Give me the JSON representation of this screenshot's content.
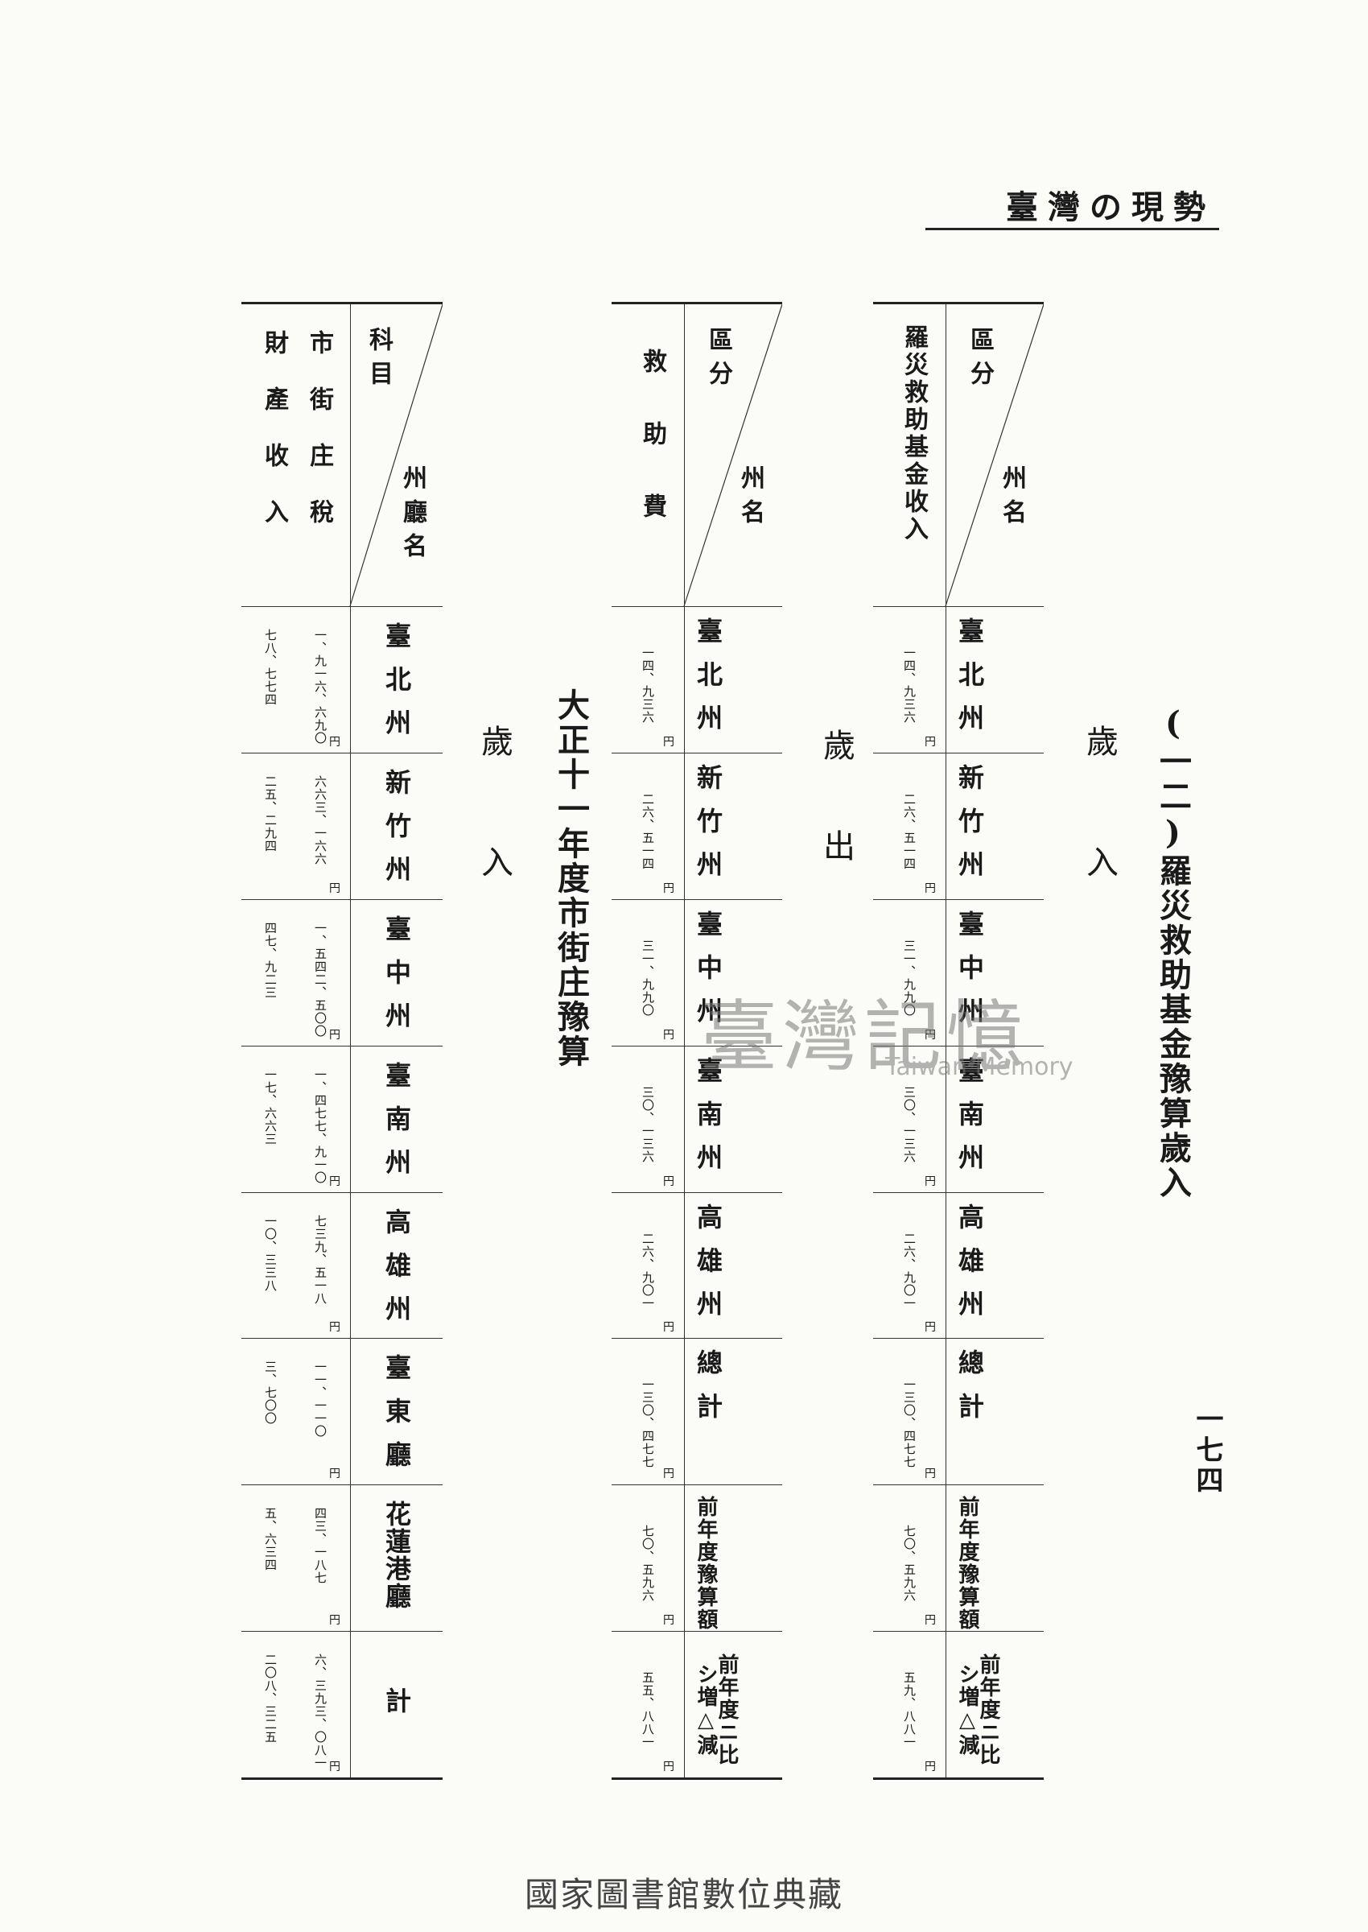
{
  "running_header": "臺灣の現勢",
  "page_number": "一七四",
  "title_1": "(一二)羅災救助基金豫算歲入",
  "section_1_label": "歲入",
  "section_2_label": "歲出",
  "title_2": "大正十一年度市街庄豫算",
  "section_3_label": "歲入",
  "table_1": {
    "stub_top": "州名",
    "stub_bottom": "區分",
    "row_label": "羅災救助基金收入",
    "yen": "円",
    "columns": [
      {
        "header": "臺北州",
        "value": "一四、九三六"
      },
      {
        "header": "新竹州",
        "value": "二六、五一四"
      },
      {
        "header": "臺中州",
        "value": "三一、九九〇"
      },
      {
        "header": "臺南州",
        "value": "三〇、一三六"
      },
      {
        "header": "高雄州",
        "value": "二六、九〇一"
      },
      {
        "header": "總計",
        "value": "一三〇、四七七"
      },
      {
        "header": "前年度豫算額",
        "value": "七〇、五九六"
      },
      {
        "header": "前年度ニ比シ増△減",
        "value": "五九、八八一"
      }
    ]
  },
  "table_2": {
    "stub_top": "州名",
    "stub_bottom": "區分",
    "row_label": "救助費",
    "yen": "円",
    "columns": [
      {
        "header": "臺北州",
        "value": "一四、九三六"
      },
      {
        "header": "新竹州",
        "value": "二六、五一四"
      },
      {
        "header": "臺中州",
        "value": "三一、九九〇"
      },
      {
        "header": "臺南州",
        "value": "三〇、一三六"
      },
      {
        "header": "高雄州",
        "value": "二六、九〇一"
      },
      {
        "header": "總計",
        "value": "一三〇、四七七"
      },
      {
        "header": "前年度豫算額",
        "value": "七〇、五九六"
      },
      {
        "header": "前年度ニ比シ増△減",
        "value": "五五、八八一"
      }
    ]
  },
  "table_3": {
    "stub_top": "州廳名",
    "stub_bottom": "科目",
    "row_labels": [
      "市街庄稅",
      "財產收入"
    ],
    "yen": "円",
    "columns": [
      {
        "header": "臺北州",
        "values": [
          "一、九一六、六九〇",
          "七八、七七四"
        ]
      },
      {
        "header": "新竹州",
        "values": [
          "六六三、一六六",
          "二五、二九四"
        ]
      },
      {
        "header": "臺中州",
        "values": [
          "一、五四二、五〇〇",
          "四七、九二三"
        ]
      },
      {
        "header": "臺南州",
        "values": [
          "一、四七七、九一〇",
          "一七、六六三"
        ]
      },
      {
        "header": "高雄州",
        "values": [
          "七三九、五一八",
          "一〇、三三八"
        ]
      },
      {
        "header": "臺東廳",
        "values": [
          "一一、一一〇",
          "三、七〇〇"
        ]
      },
      {
        "header": "花蓮港廳",
        "values": [
          "四三、一八七",
          "五、六三四"
        ]
      },
      {
        "header": "計",
        "values": [
          "六、三九三、〇八一",
          "二〇八、三二五"
        ]
      }
    ]
  },
  "watermark": {
    "cjk": "臺灣記憶",
    "en": "Taiwan Memory"
  },
  "footer": "國家圖書館數位典藏"
}
